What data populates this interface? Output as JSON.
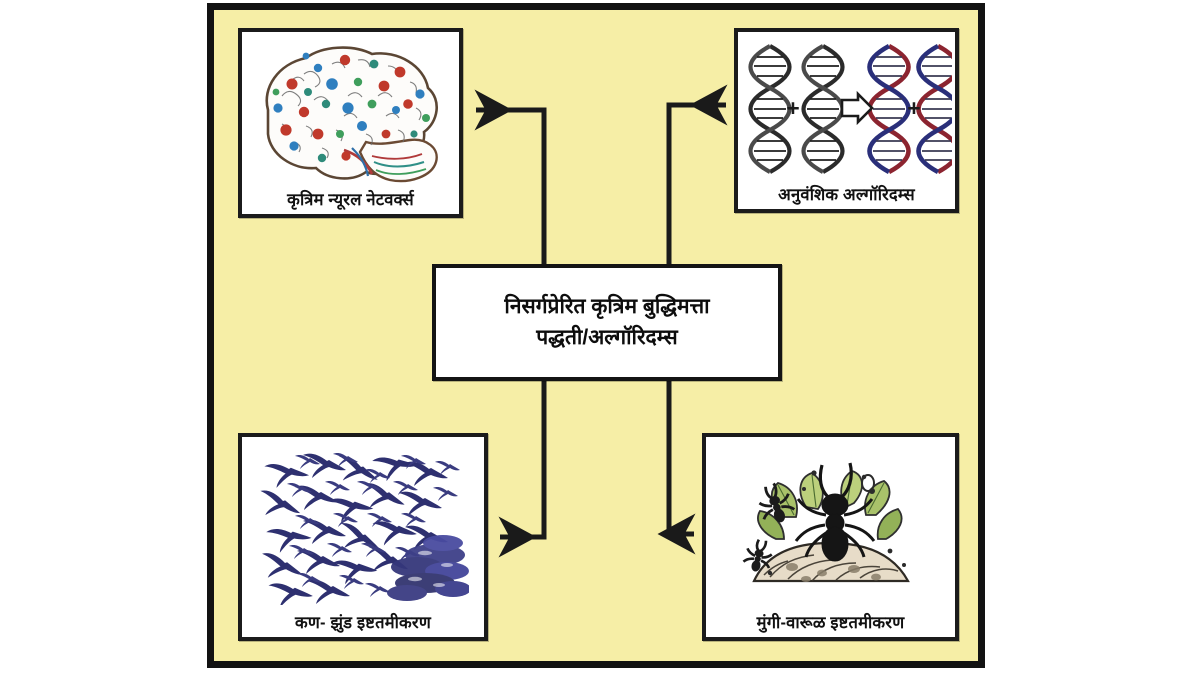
{
  "diagram": {
    "title_center": {
      "line1": "निसर्गप्रेरित कृत्रिम बुद्धिमत्ता",
      "line2": "पद्धती/अल्गॉरिदम्स"
    },
    "background_color": "#f6eea6",
    "frame_color": "#121212",
    "box_border_color": "#1b1b1b",
    "box_fill_color": "#ffffff",
    "arrow_color": "#1a1a1a",
    "nodes": [
      {
        "id": "ann",
        "caption": "कृत्रिम न्यूरल नेटवर्क्स",
        "artwork": "brain-network-illustration",
        "position": "top-left",
        "arrow_direction": "left"
      },
      {
        "id": "ga",
        "caption": "अनुवंशिक अल्गॉरिदम्स",
        "artwork": "dna-crossover-illustration",
        "position": "top-right",
        "arrow_direction": "right",
        "symbols": [
          "+",
          "⇨",
          "+"
        ]
      },
      {
        "id": "pso",
        "caption": "कण- झुंड इष्टतमीकरण",
        "artwork": "bird-flock-illustration",
        "position": "bottom-left",
        "arrow_direction": "left"
      },
      {
        "id": "aco",
        "caption": "मुंगी-वारूळ इष्टतमीकरण",
        "artwork": "ant-colony-illustration",
        "position": "bottom-right",
        "arrow_direction": "right"
      }
    ]
  }
}
